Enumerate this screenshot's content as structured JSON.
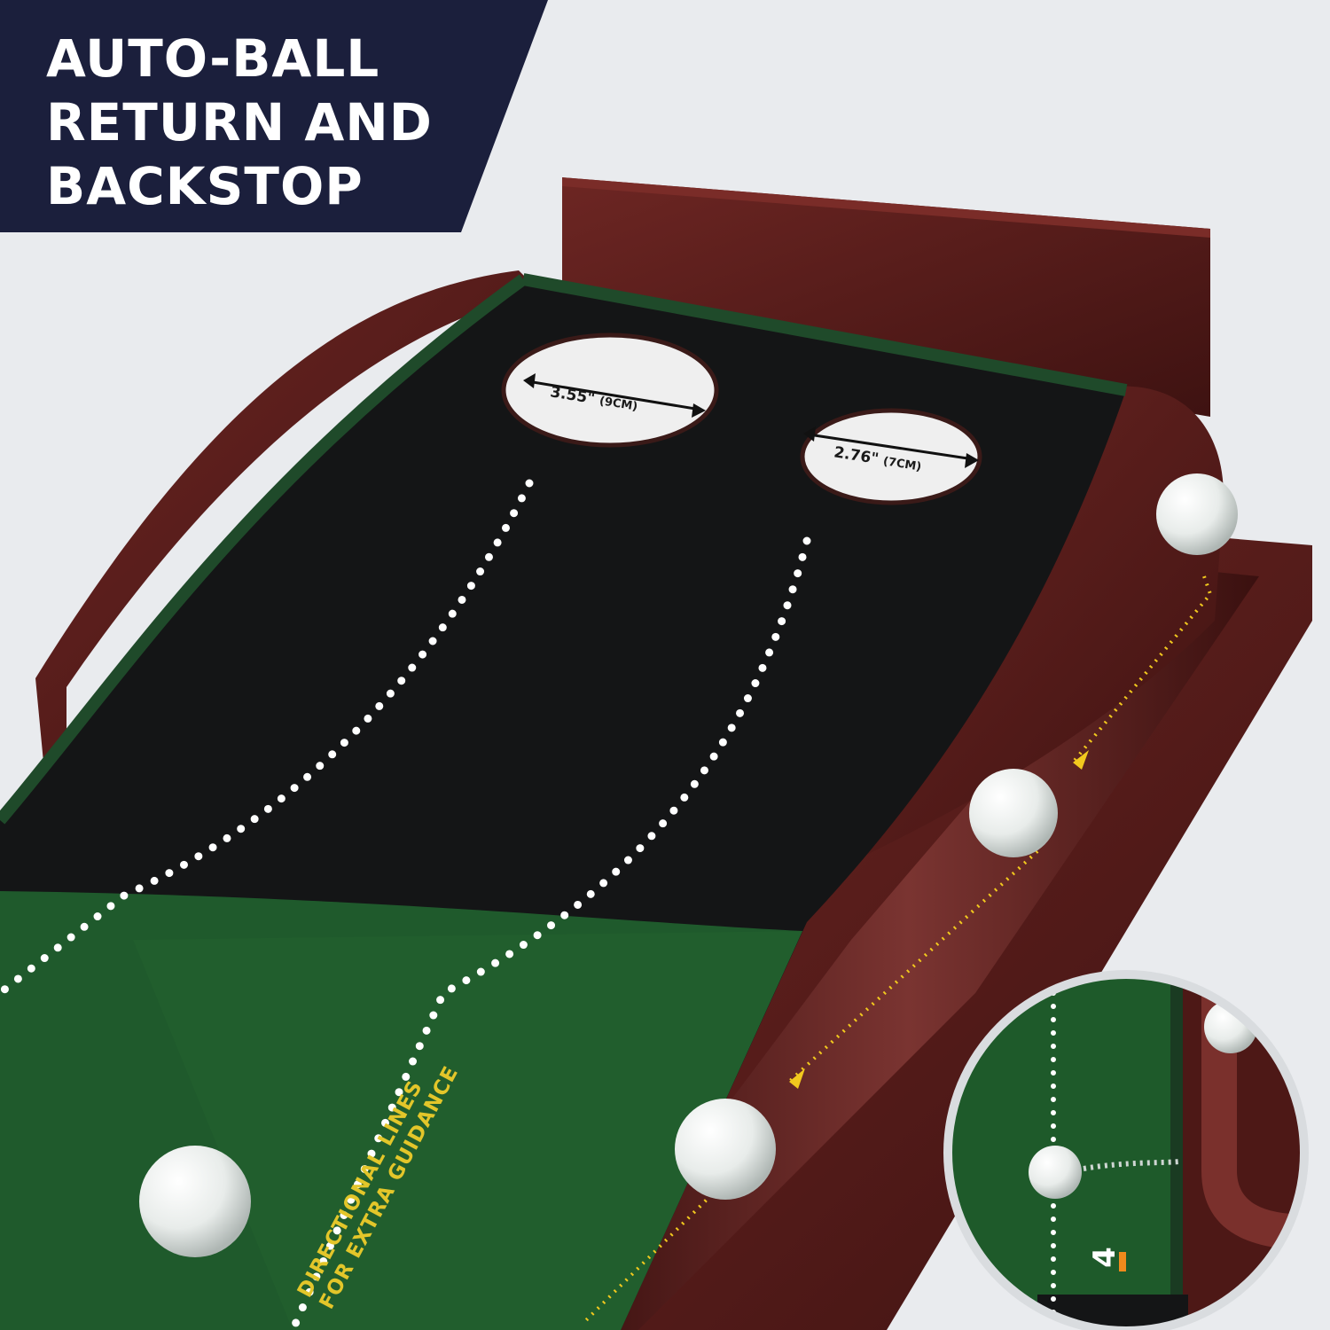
{
  "headline": {
    "lines": [
      "AUTO-BALL",
      "RETURN AND",
      "BACKSTOP"
    ],
    "background_color": "#1b1f3c",
    "text_color": "#ffffff"
  },
  "holes": [
    {
      "size_label": "3.55\"",
      "metric_label": "(9CM)"
    },
    {
      "size_label": "2.76\"",
      "metric_label": "(7CM)"
    }
  ],
  "callout": {
    "lines": [
      "DIRECTIONAL LINES",
      "FOR EXTRA GUIDANCE"
    ],
    "color": "#e3c62a"
  },
  "zoom_inset": {
    "distance_marker": "4",
    "marker_color": "#f08a1c"
  },
  "colors": {
    "wood": "#5a1e1c",
    "wood_dark": "#3b1210",
    "mat_black": "#141516",
    "mat_green": "#1f5a2c",
    "arrow_yellow": "#f2c91e"
  },
  "icons": [
    "golf-ball-icon",
    "arrow-path-icon",
    "magnifier-inset-icon"
  ]
}
